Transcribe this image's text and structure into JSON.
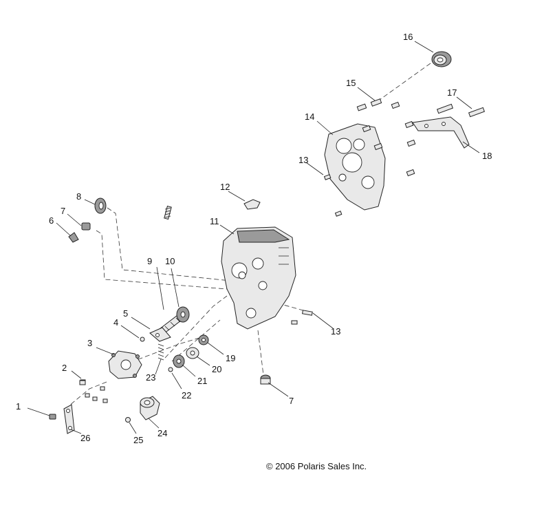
{
  "callouts": {
    "c1": "1",
    "c2": "2",
    "c3": "3",
    "c4": "4",
    "c5": "5",
    "c6": "6",
    "c7a": "7",
    "c7b": "7",
    "c8": "8",
    "c9": "9",
    "c10": "10",
    "c11": "11",
    "c12": "12",
    "c13a": "13",
    "c13b": "13",
    "c14": "14",
    "c15": "15",
    "c16": "16",
    "c17": "17",
    "c18": "18",
    "c19": "19",
    "c20": "20",
    "c21": "21",
    "c22": "22",
    "c23": "23",
    "c24": "24",
    "c25": "25",
    "c26": "26"
  },
  "copyright": "© 2006 Polaris Sales Inc."
}
